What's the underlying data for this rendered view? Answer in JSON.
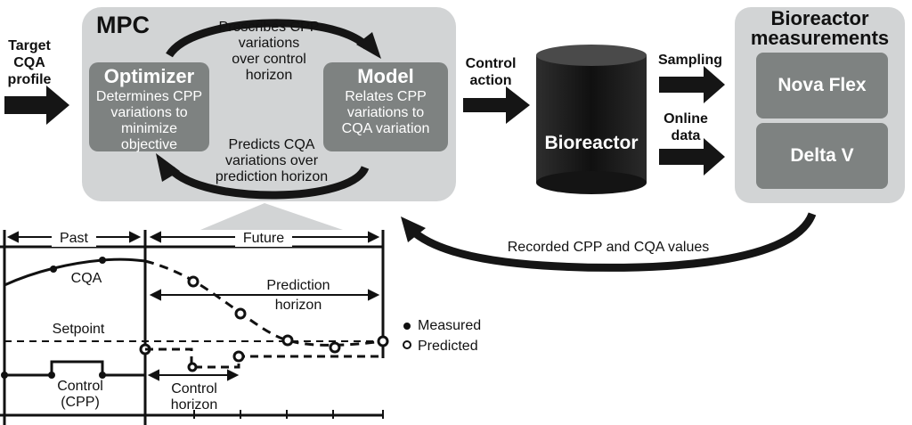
{
  "target_cqa": {
    "line1": "Target",
    "line2": "CQA",
    "line3": "profile"
  },
  "mpc": {
    "title": "MPC",
    "optimizer": {
      "title": "Optimizer",
      "text_line1": "Determines CPP",
      "text_line2": "variations to",
      "text_line3": "minimize",
      "text_line4": "objective"
    },
    "model": {
      "title": "Model",
      "text_line1": "Relates CPP",
      "text_line2": "variations to",
      "text_line3": "CQA variation"
    },
    "prescribes": {
      "line1": "Prescribes CPP",
      "line2": "variations",
      "line3": "over control",
      "line4": "horizon"
    },
    "predicts": {
      "line1": "Predicts CQA",
      "line2": "variations over",
      "line3": "prediction horizon"
    }
  },
  "control_action": {
    "line1": "Control",
    "line2": "action"
  },
  "bioreactor": {
    "label": "Bioreactor"
  },
  "sampling": {
    "label": "Sampling"
  },
  "online_data": {
    "line1": "Online",
    "line2": "data"
  },
  "measurements": {
    "title_line1": "Bioreactor",
    "title_line2": "measurements",
    "instruments": [
      "Nova Flex",
      "Delta V"
    ]
  },
  "recorded": {
    "label": "Recorded CPP and CQA values"
  },
  "timeline": {
    "past": "Past",
    "future": "Future",
    "cqa": "CQA",
    "prediction_horizon_line1": "Prediction",
    "prediction_horizon_line2": "horizon",
    "setpoint": "Setpoint",
    "control_line1": "Control",
    "control_line2": "(CPP)",
    "control_horizon_line1": "Control",
    "control_horizon_line2": "horizon",
    "legend_measured": "Measured",
    "legend_predicted": "Predicted"
  },
  "colors": {
    "panel": "#d2d4d5",
    "inner_box": "#7e8281",
    "arrow": "#151515",
    "cylinder": "#1c1c1c"
  }
}
